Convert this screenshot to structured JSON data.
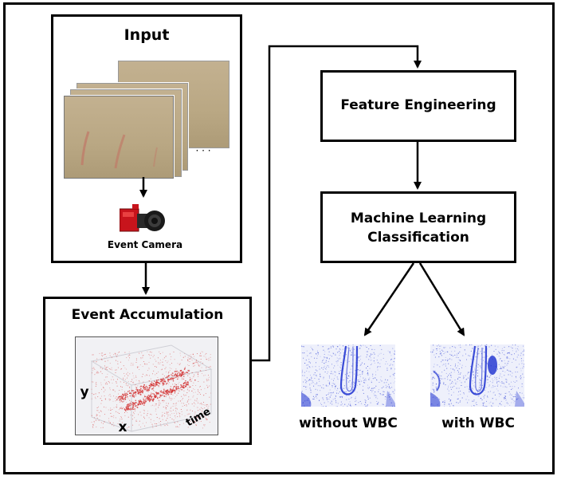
{
  "diagram": {
    "input_title": "Input",
    "camera_label": "Event Camera",
    "ellipsis": "· · ·",
    "accum_title": "Event Accumulation",
    "axis_y": "y",
    "axis_x": "x",
    "axis_time": "time",
    "feature_title": "Feature Engineering",
    "ml_title_line1": "Machine Learning",
    "ml_title_line2": "Classification",
    "without_label": "without WBC",
    "with_label": "with WBC"
  },
  "colors": {
    "stroke": "#000000",
    "frame_fill": "#bba984",
    "streak": "#c07a68",
    "camera_red": "#c8141c",
    "scatter_red": "#d22a2a",
    "wbc_blue": "#1b2fd0"
  }
}
